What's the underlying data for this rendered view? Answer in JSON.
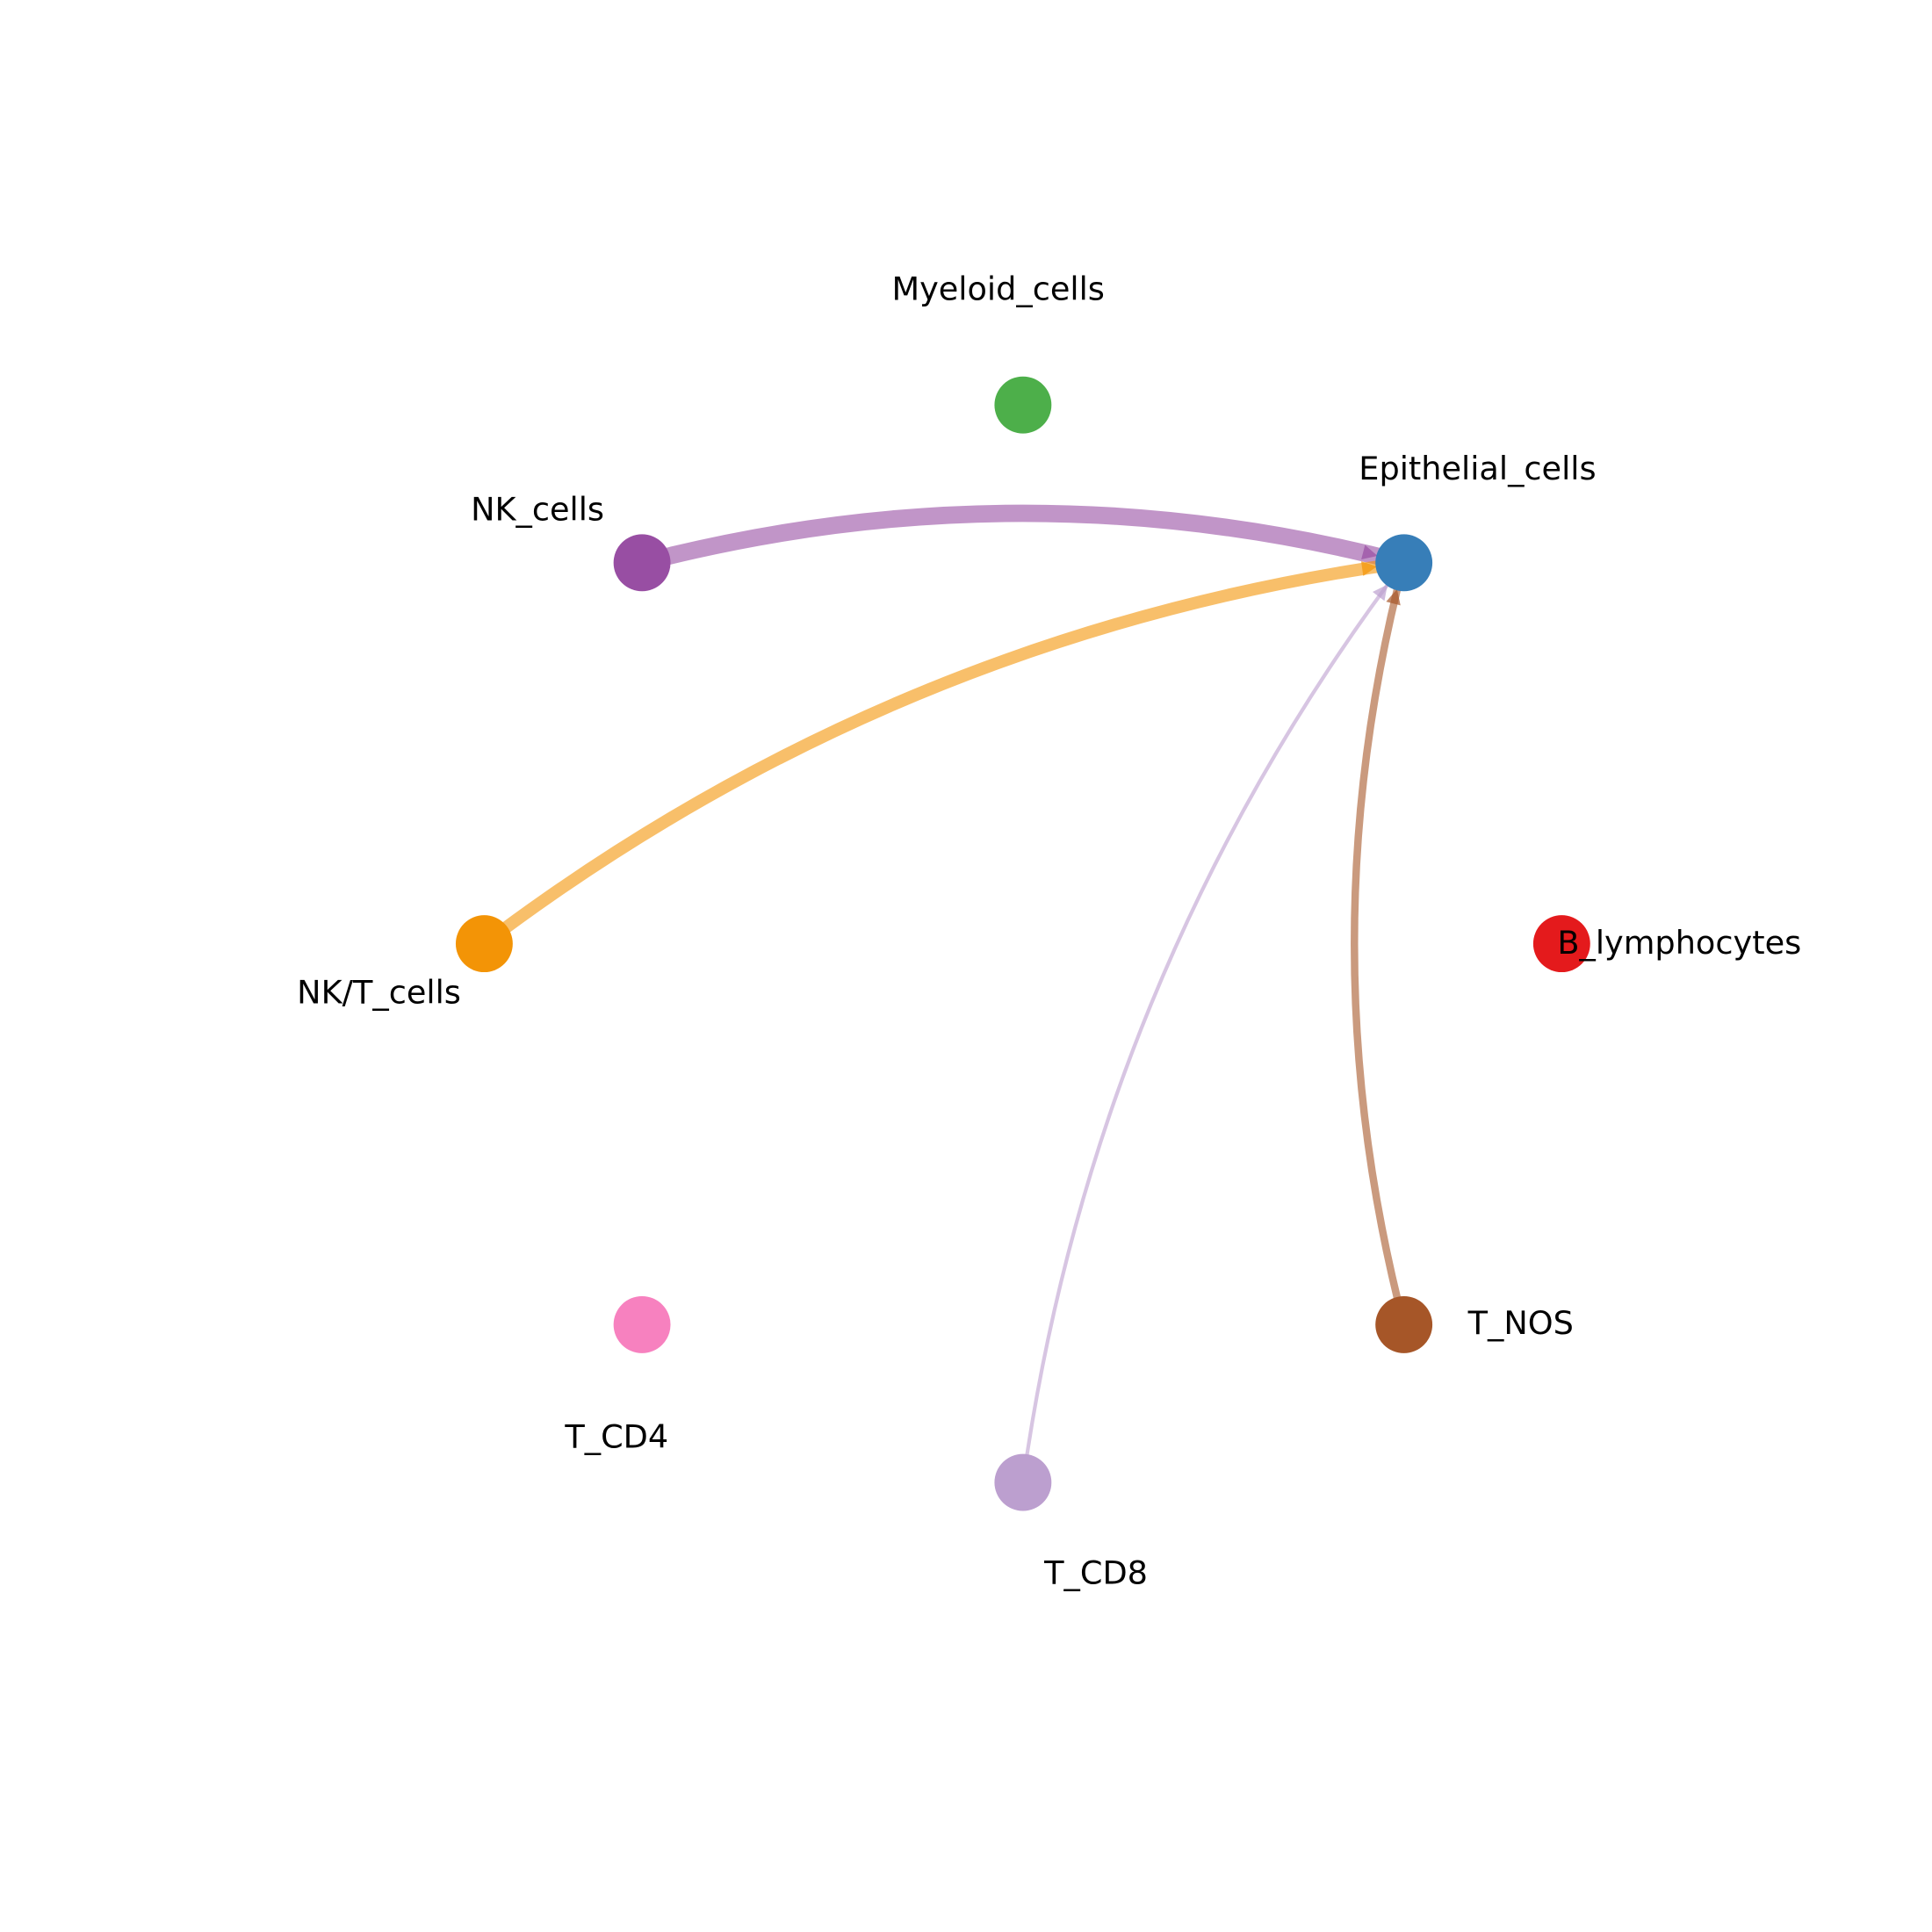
{
  "chart_data": {
    "type": "network",
    "layout": "circle",
    "nodes": [
      {
        "id": "Myeloid_cells",
        "label": "Myeloid_cells",
        "color": "#4daf4a"
      },
      {
        "id": "Epithelial_cells",
        "label": "Epithelial_cells",
        "color": "#377eb8"
      },
      {
        "id": "B_lymphocytes",
        "label": "B_lymphocytes",
        "color": "#e41a1c"
      },
      {
        "id": "T_NOS",
        "label": "T_NOS",
        "color": "#a65628"
      },
      {
        "id": "T_CD8",
        "label": "T_CD8",
        "color": "#bc9fcf"
      },
      {
        "id": "T_CD4",
        "label": "T_CD4",
        "color": "#f781bf"
      },
      {
        "id": "NK/T_cells",
        "label": "NK/T_cells",
        "color": "#f39406"
      },
      {
        "id": "NK_cells",
        "label": "NK_cells",
        "color": "#984ea3"
      }
    ],
    "edges": [
      {
        "source": "NK_cells",
        "target": "Epithelial_cells",
        "weight": 14,
        "color": "#984ea3"
      },
      {
        "source": "NK/T_cells",
        "target": "Epithelial_cells",
        "weight": 10,
        "color": "#f39406"
      },
      {
        "source": "T_NOS",
        "target": "Epithelial_cells",
        "weight": 6,
        "color": "#a65628"
      },
      {
        "source": "T_CD8",
        "target": "Epithelial_cells",
        "weight": 3,
        "color": "#bc9fcf"
      }
    ]
  }
}
